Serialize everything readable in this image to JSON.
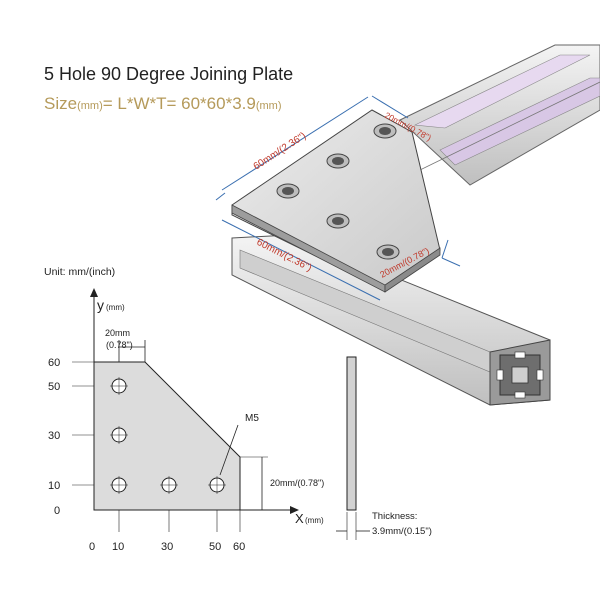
{
  "title": "5 Hole 90 Degree Joining Plate",
  "size": {
    "prefix": "Size",
    "unit_sub": "(mm)",
    "formula": "= L*W*T= 60*60*3.9",
    "unit_sub2": "(mm)"
  },
  "unit_label": "Unit: mm/(inch)",
  "iso_dims": {
    "top_left": "60mm/(2.36\")",
    "top_right": "20mm/(0.78\")",
    "bottom_left": "60mm/(2.36\")",
    "bottom_right": "20mm/(0.78\")"
  },
  "drawing": {
    "y_axis_label": "y",
    "y_axis_unit": "(mm)",
    "x_axis_label": "X",
    "x_axis_unit": "(mm)",
    "y_ticks": [
      "60",
      "50",
      "30",
      "10",
      "0"
    ],
    "x_ticks": [
      "0",
      "10",
      "30",
      "50",
      "60"
    ],
    "top_dim_value": "20mm",
    "top_dim_inch": "(0.78\")",
    "right_dim": "20mm/(0.78\")",
    "hole_label": "M5"
  },
  "thickness": {
    "label": "Thickness:",
    "value": "3.9mm/(0.15\")"
  },
  "colors": {
    "title": "#222222",
    "size_text": "#b59a5a",
    "dim_red": "#c0392b",
    "dim_line": "#3a6fb0",
    "plate": "#d9d9d9"
  }
}
